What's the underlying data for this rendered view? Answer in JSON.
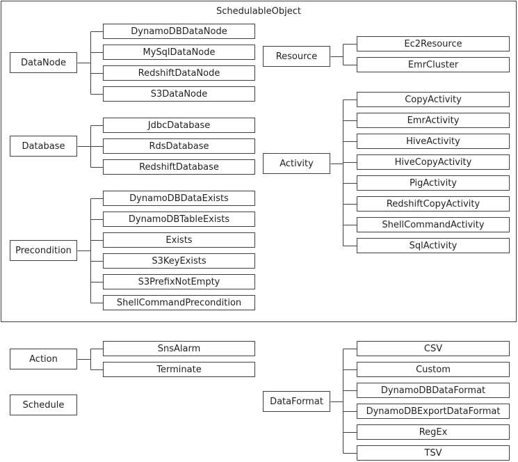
{
  "title": "SchedulableObject",
  "colors": {
    "border": "#3f3f3f",
    "text": "#1f1f1f",
    "background": "#ffffff"
  },
  "groups": {
    "dataNode": {
      "label": "DataNode",
      "children": [
        "DynamoDBDataNode",
        "MySqlDataNode",
        "RedshiftDataNode",
        "S3DataNode"
      ]
    },
    "database": {
      "label": "Database",
      "children": [
        "JdbcDatabase",
        "RdsDatabase",
        "RedshiftDatabase"
      ]
    },
    "precondition": {
      "label": "Precondition",
      "children": [
        "DynamoDBDataExists",
        "DynamoDBTableExists",
        "Exists",
        "S3KeyExists",
        "S3PrefixNotEmpty",
        "ShellCommandPrecondition"
      ]
    },
    "resource": {
      "label": "Resource",
      "children": [
        "Ec2Resource",
        "EmrCluster"
      ]
    },
    "activity": {
      "label": "Activity",
      "children": [
        "CopyActivity",
        "EmrActivity",
        "HiveActivity",
        "HiveCopyActivity",
        "PigActivity",
        "RedshiftCopyActivity",
        "ShellCommandActivity",
        "SqlActivity"
      ]
    },
    "action": {
      "label": "Action",
      "children": [
        "SnsAlarm",
        "Terminate"
      ]
    },
    "schedule": {
      "label": "Schedule",
      "children": []
    },
    "dataFormat": {
      "label": "DataFormat",
      "children": [
        "CSV",
        "Custom",
        "DynamoDBDataFormat",
        "DynamoDBExportDataFormat",
        "RegEx",
        "TSV"
      ]
    }
  }
}
